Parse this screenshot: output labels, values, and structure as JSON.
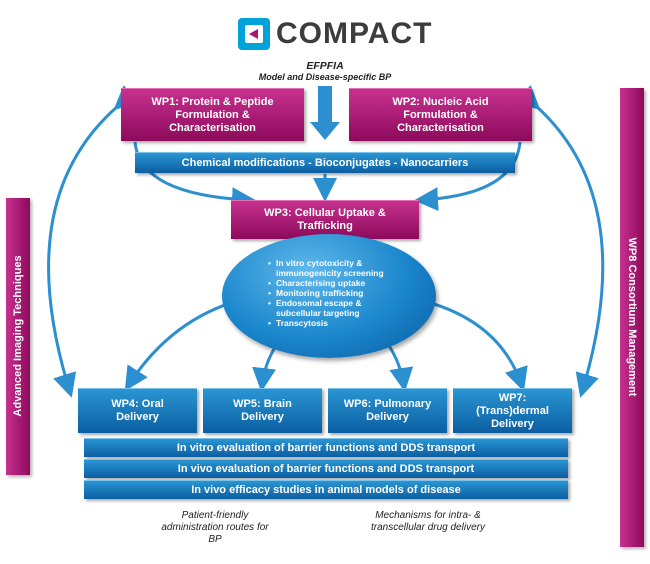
{
  "logo": {
    "text": "COMPACT",
    "icon": "compact-logo-icon"
  },
  "header": {
    "line1": "EFPFIA",
    "line2": "Model and Disease-specific BP"
  },
  "wp1": {
    "line1": "WP1: Protein & Peptide",
    "line2": "Formulation &",
    "line3": "Characterisation"
  },
  "wp2": {
    "line1": "WP2: Nucleic Acid",
    "line2": "Formulation &",
    "line3": "Characterisation"
  },
  "chem": "Chemical modifications - Bioconjugates - Nanocarriers",
  "wp3": {
    "line1": "WP3: Cellular Uptake &",
    "line2": "Trafficking"
  },
  "bullets": [
    "In vitro cytotoxicity & immunogenicity screening",
    "Characterising uptake",
    "Monitoring trafficking",
    "Endosomal escape & subcellular targeting",
    "Transcytosis"
  ],
  "wp4": {
    "line1": "WP4: Oral",
    "line2": "Delivery"
  },
  "wp5": {
    "line1": "WP5: Brain",
    "line2": "Delivery"
  },
  "wp6": {
    "line1": "WP6: Pulmonary",
    "line2": "Delivery"
  },
  "wp7": {
    "line1": "WP7:",
    "line2": "(Trans)dermal",
    "line3": "Delivery"
  },
  "bars": [
    "In vitro evaluation of barrier functions and DDS transport",
    "In vivo evaluation of barrier functions and DDS transport",
    "In vivo efficacy studies in animal models of disease"
  ],
  "left_bar": "Advanced Imaging Techniques",
  "right_bar": "WP8 Consortium Management",
  "footer_left": {
    "line1": "Patient-friendly",
    "line2": "administration routes for",
    "line3": "BP"
  },
  "footer_right": {
    "line1": "Mechanisms for intra- &",
    "line2": "transcellular drug delivery"
  },
  "colors": {
    "magenta": "#a8157a",
    "blue": "#1478bf",
    "arrow": "#2b8fd0"
  }
}
